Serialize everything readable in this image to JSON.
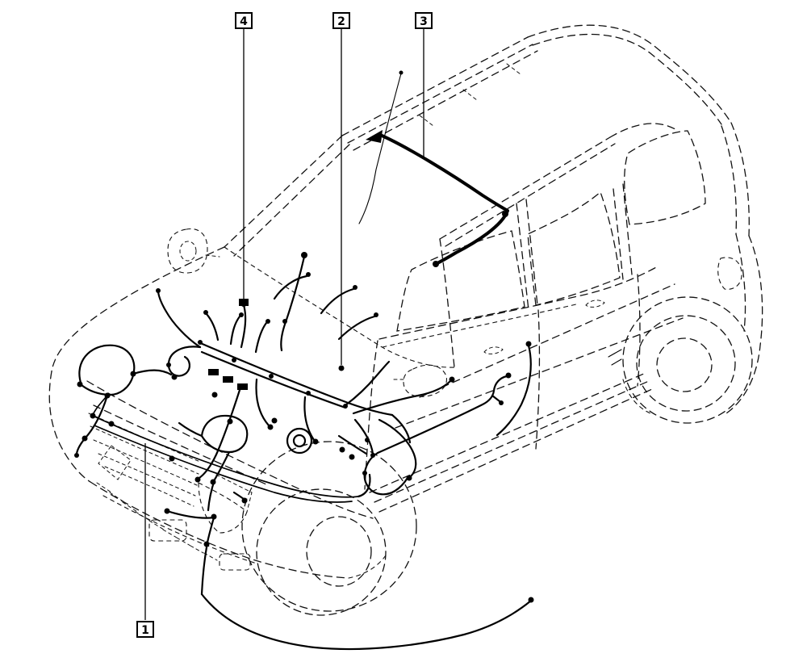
{
  "callouts": [
    {
      "label": "1"
    },
    {
      "label": "2"
    },
    {
      "label": "3"
    },
    {
      "label": "4"
    }
  ],
  "colors": {
    "ink": "#000000",
    "background": "#ffffff"
  }
}
